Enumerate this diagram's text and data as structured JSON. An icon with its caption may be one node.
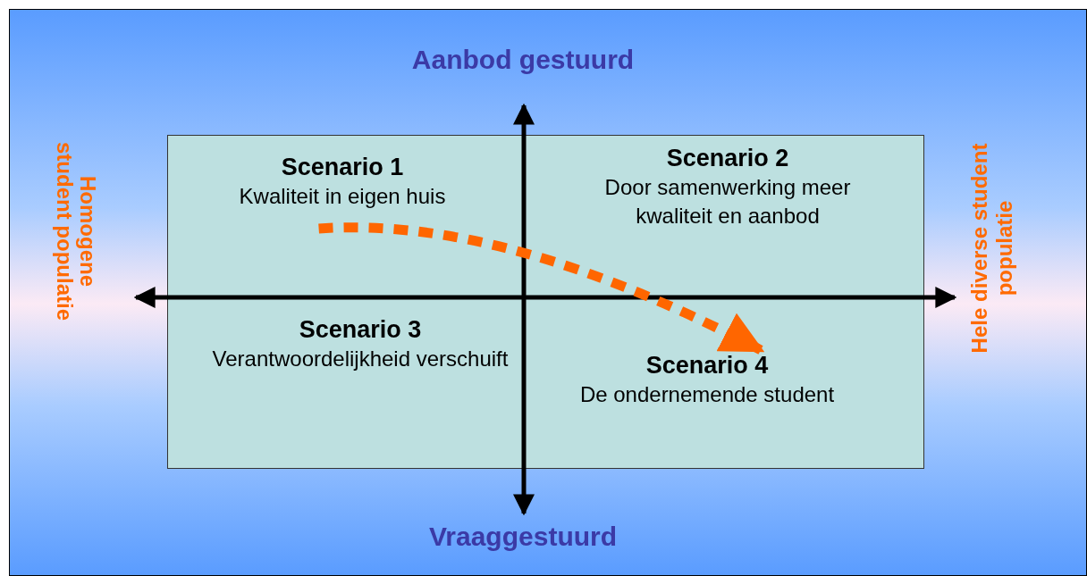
{
  "diagram": {
    "nodes": [
      {
        "text": [],
        "shape": "box"
      },
      {
        "text": [
          "Scenario 1",
          "Kwaliteit in eigen huis"
        ],
        "in": 0
      },
      {
        "text": [
          "Scenario 2",
          "Door samenwerking meer kwaliteit en aanbod"
        ],
        "in": 0
      },
      {
        "text": [
          "Scenario 3",
          "Verantwoordelijkheid verschuift"
        ],
        "in": 0
      },
      {
        "text": [
          "Scenario 4",
          "De ondernemende student"
        ],
        "in": 0
      }
    ],
    "edges": [
      {
        "from": 1,
        "to": 4,
        "arrow": "to",
        "style": "dashed",
        "color": "#ff6600"
      }
    ],
    "labels": [
      "Aanbod gestuurd",
      "Homogene student populatie",
      "Hele diverse student populatie",
      "Vraaggestuurd"
    ]
  }
}
